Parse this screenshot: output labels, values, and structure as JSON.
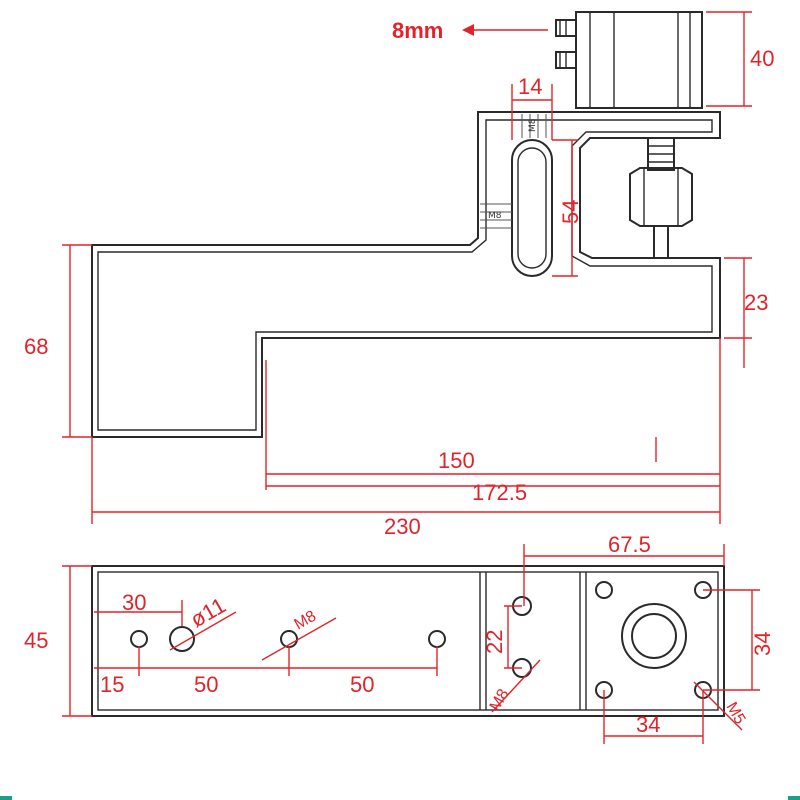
{
  "colors": {
    "dimension": "#e0242b",
    "part_line": "#2a2a2a",
    "accent": "#16a085"
  },
  "top_view": {
    "stroke_label": "8mm",
    "dims": {
      "cylinder_height": "40",
      "slot_width": "14",
      "slot_length": "54",
      "right_offset": "23",
      "total_height": "68",
      "inner_length": "150",
      "mid_length": "172.5",
      "total_length": "230"
    },
    "thread_labels": {
      "a": "M8",
      "b": "M8"
    }
  },
  "bottom_view": {
    "dims": {
      "height": "45",
      "offset_30": "30",
      "hole_dia": "ø11",
      "thread_m8": "M8",
      "pitch_22": "22",
      "thread_m8_b": "M8",
      "flange_width": "67.5",
      "flange_square": "34",
      "flange_square_v": "34",
      "thread_m5": "M5",
      "left_15": "15",
      "span_50_a": "50",
      "span_50_b": "50"
    }
  }
}
